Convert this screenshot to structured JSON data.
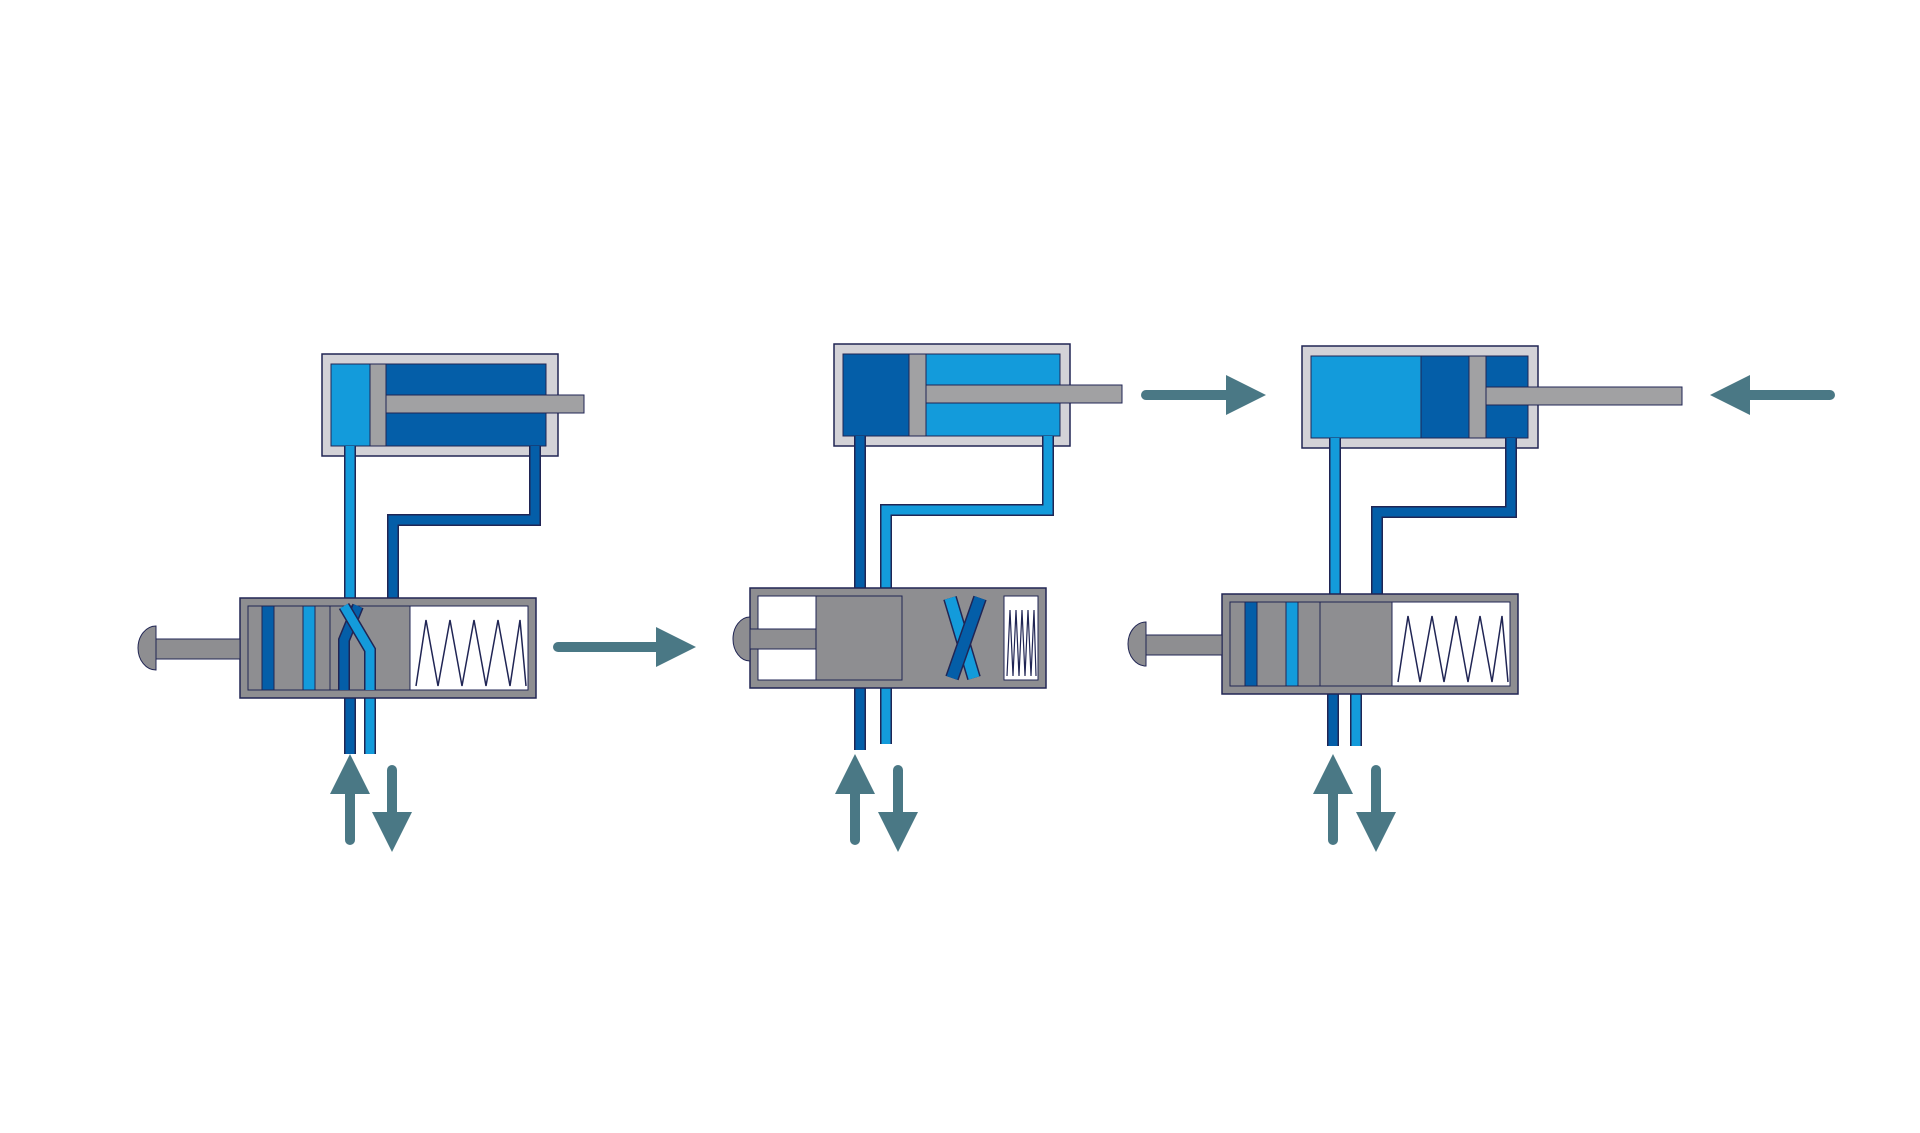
{
  "diagram": {
    "description_visible_text": "",
    "colors": {
      "background": "#ffffff",
      "dark_blue": "#045ea8",
      "light_blue": "#139bdb",
      "grey": "#8e8e91",
      "rod_grey": "#a1a1a3",
      "housing_grey": "#d3d2d7",
      "outline_navy": "#202554",
      "arrow_teal": "#4a7885",
      "spring_white": "#ffffff"
    },
    "stages": [
      {
        "id": "stage-1",
        "valve_state": "rest",
        "cylinder_state": "retracted"
      },
      {
        "id": "stage-2",
        "valve_state": "pressed",
        "cylinder_state": "extending"
      },
      {
        "id": "stage-3",
        "valve_state": "released",
        "cylinder_state": "retracting"
      }
    ],
    "icons": [
      "push-button-icon",
      "spring-icon",
      "arrow-right-icon",
      "arrow-left-icon",
      "arrow-up-icon",
      "arrow-down-icon"
    ]
  }
}
